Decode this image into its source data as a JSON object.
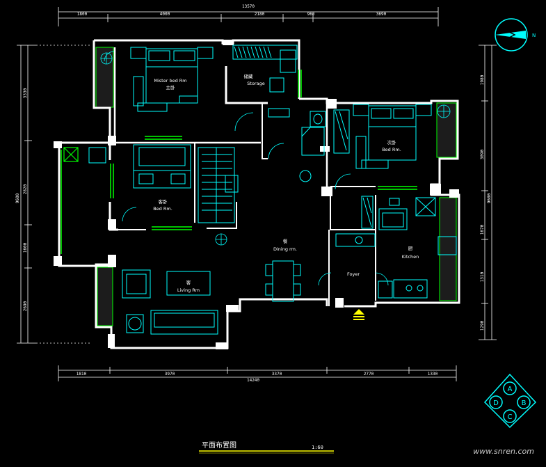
{
  "dims": {
    "top_total": "13570",
    "top": [
      "1800",
      "4000",
      "2180",
      "960",
      "3690"
    ],
    "bottom_total": "14240",
    "bottom": [
      "1810",
      "3970",
      "3370",
      "2770",
      "1330"
    ],
    "left_total": "9600",
    "left": [
      "3330",
      "2820",
      "1600",
      "2690"
    ],
    "right_total": "9600",
    "right": [
      "1980",
      "3090",
      "1670",
      "1310",
      "1290"
    ]
  },
  "rooms": {
    "master_en": "Mister bed Rm",
    "master_zh": "主卧",
    "storage_zh": "储藏",
    "storage_en": "Storage",
    "bed_zh": "次卧",
    "bed_en": "Bed Rm.",
    "bed2_zh": "客卧",
    "bed2_en": "Bed Rm.",
    "dining_zh": "餐",
    "dining_en": "Dining rm.",
    "living_zh": "客",
    "living_en": "Living Rm",
    "foyer_en": "Foyer",
    "kitchen_zh": "厨",
    "kitchen_en": "Kitchen"
  },
  "title": {
    "text": "平面布置图",
    "scale": "1:60"
  },
  "watermark": "www.snren.com",
  "legend": [
    "A",
    "B",
    "C",
    "D"
  ],
  "compass": "N",
  "colors": {
    "wall": "#ffffff",
    "furniture": "#00ffff",
    "glass": "#00ff00",
    "dim": "#ffffff",
    "accent": "#ffff00"
  }
}
